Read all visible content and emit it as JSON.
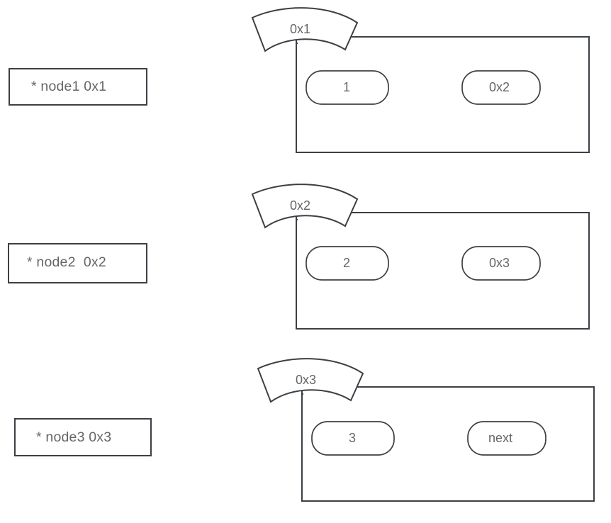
{
  "diagram": {
    "title": "Linked list nodes with memory addresses",
    "type": "memory-layout-diagram",
    "colors": {
      "stroke": "#3b4045",
      "text": "#666666",
      "background": "#ffffff"
    },
    "nodes": [
      {
        "variable_label": "* node1 0x1",
        "banner_address": "0x1",
        "data_field": "1",
        "next_field": "0x2"
      },
      {
        "variable_label": "* node2  0x2",
        "banner_address": "0x2",
        "data_field": "2",
        "next_field": "0x3"
      },
      {
        "variable_label": "* node3 0x3",
        "banner_address": "0x3",
        "data_field": "3",
        "next_field": "next"
      }
    ]
  }
}
